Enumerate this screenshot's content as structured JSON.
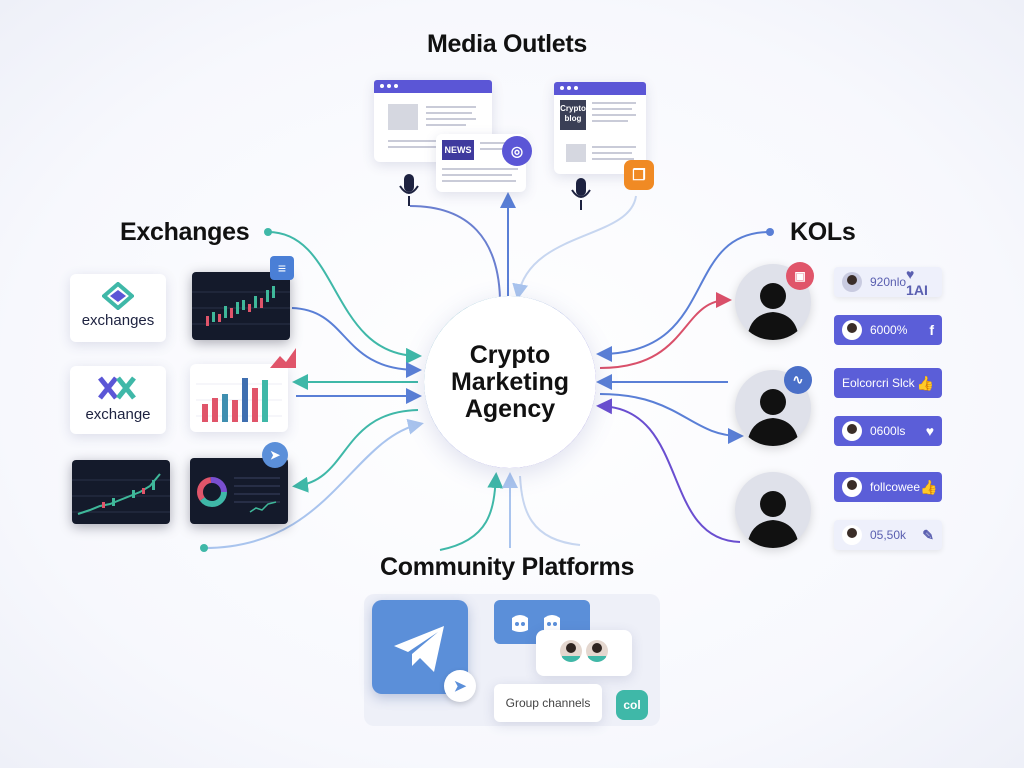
{
  "hub": {
    "title_line1": "Crypto",
    "title_line2": "Marketing",
    "title_line3": "Agency"
  },
  "sections": {
    "media": "Media Outlets",
    "exchanges": "Exchanges",
    "kols": "KOLs",
    "community": "Community Platforms"
  },
  "media": {
    "news_badge": "NEWS",
    "blog_badge_line1": "Crypto",
    "blog_badge_line2": "blog"
  },
  "exchanges": {
    "logo1_label": "exchanges",
    "logo2_label": "exchange"
  },
  "kols": {
    "pills": [
      {
        "text": "920nlo",
        "icon": "♥ 1AI",
        "style": "light"
      },
      {
        "text": "6000%",
        "icon": "f",
        "style": "purple"
      },
      {
        "text": "Eolcorcri Slck",
        "icon": "👍",
        "style": "purple"
      },
      {
        "text": "0600ls",
        "icon": "♥",
        "style": "purple"
      },
      {
        "text": "follcowee",
        "icon": "👍",
        "style": "purple"
      },
      {
        "text": "05,50k",
        "icon": "✎",
        "style": "light"
      }
    ]
  },
  "community": {
    "group_label": "Group channels",
    "chat_badge": "col"
  },
  "colors": {
    "teal": "#3fb8a8",
    "purple": "#5b56d6",
    "blue": "#5a7fd6",
    "pink": "#d9506a",
    "telegram": "#5b8fd9"
  }
}
